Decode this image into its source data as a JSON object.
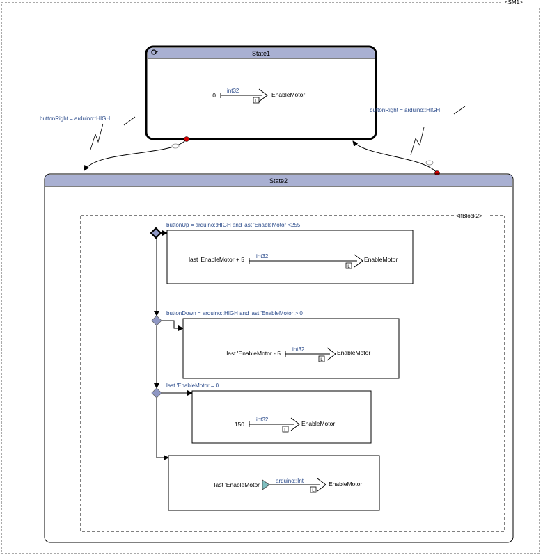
{
  "diagram": {
    "machine_label": "<SM1>",
    "if_block_label": "<IfBlock2>",
    "state1": {
      "title": "State1",
      "assign": {
        "value": "0",
        "type": "int32",
        "target": "EnableMotor",
        "tag": "L"
      }
    },
    "state2": {
      "title": "State2"
    },
    "transition_left": {
      "guard": "buttonRight = arduino::HIGH"
    },
    "transition_right": {
      "guard": "buttonRight = arduino::HIGH"
    },
    "branches": [
      {
        "condition": "buttonUp = arduino::HIGH and last 'EnableMotor <255",
        "expr": "last 'EnableMotor + 5",
        "type": "int32",
        "target": "EnableMotor",
        "tag": "L"
      },
      {
        "condition": "buttonDown = arduino::HIGH  and last 'EnableMotor > 0",
        "expr": "last 'EnableMotor  - 5",
        "type": "int32",
        "target": "EnableMotor",
        "tag": "L"
      },
      {
        "condition": "last 'EnableMotor = 0",
        "expr": "150",
        "type": "int32",
        "target": "EnableMotor",
        "tag": "L"
      },
      {
        "condition": "",
        "expr": "last 'EnableMotor",
        "type": "arduino::Int",
        "target": "EnableMotor",
        "tag": "L"
      }
    ],
    "colors": {
      "header": "#a9b0d2",
      "label_blue": "#2a4a8a",
      "initial_dot": "#d40000"
    }
  }
}
